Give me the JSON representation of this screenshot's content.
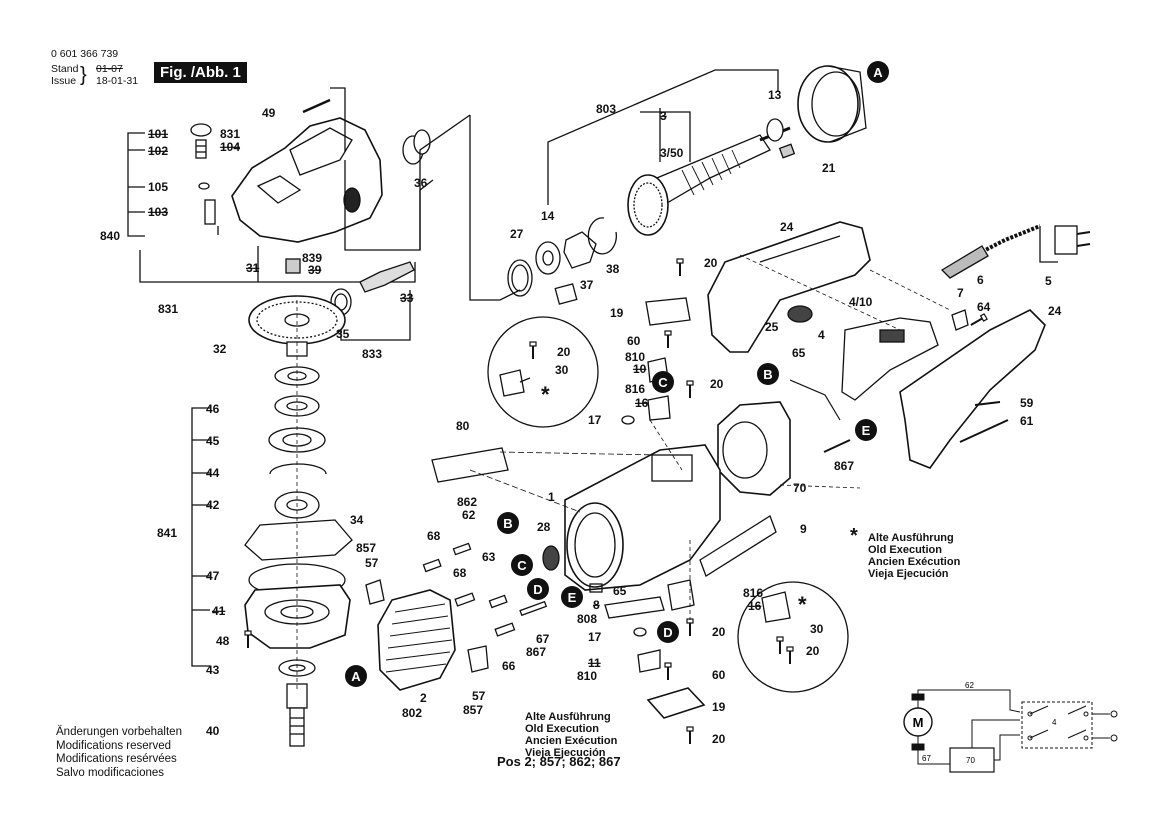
{
  "header": {
    "part_number": "0 601 366 739",
    "stand_label": "Stand",
    "issue_label": "Issue",
    "stand_date": "01-07",
    "issue_date": "18-01-31",
    "figure_label": "Fig. /Abb. 1"
  },
  "notes": [
    "Änderungen vorbehalten",
    "Modifications reserved",
    "Modifications resérvées",
    "Salvo modificaciones"
  ],
  "legend": {
    "marker": "*",
    "lines": [
      "Alte Ausführung",
      "Old Execution",
      "Ancien Exécution",
      "Vieja Ejecución"
    ]
  },
  "bottom_legend": {
    "lines": [
      "Alte Ausführung",
      "Old Execution",
      "Ancien Exécution",
      "Vieja Ejecución"
    ],
    "positions": "Pos 2; 857; 862; 867"
  },
  "callouts": [
    "A",
    "B",
    "C",
    "D",
    "E"
  ],
  "part_labels": {
    "p101": "101",
    "p102": "102",
    "p831a": "831",
    "p104": "104",
    "p105": "105",
    "p103": "103",
    "p840": "840",
    "p49": "49",
    "p36": "36",
    "p31": "31",
    "p839": "839",
    "p39": "39",
    "p33": "33",
    "p831b": "831",
    "p35": "35",
    "p833": "833",
    "p32": "32",
    "p46": "46",
    "p45": "45",
    "p44": "44",
    "p42": "42",
    "p34": "34",
    "p841": "841",
    "p47": "47",
    "p41": "41",
    "p48": "48",
    "p43": "43",
    "p40": "40",
    "p803": "803",
    "p13": "13",
    "p3": "3",
    "p350": "3/50",
    "p21": "21",
    "p14": "14",
    "p27": "27",
    "p37": "37",
    "p38": "38",
    "p24a": "24",
    "p20a": "20",
    "p6": "6",
    "p5": "5",
    "p19a": "19",
    "p410": "4/10",
    "p7": "7",
    "p64": "64",
    "p24b": "24",
    "p25": "25",
    "p4": "4",
    "p60a": "60",
    "p20b": "20",
    "p30a": "30",
    "p810a": "810",
    "p10a": "10",
    "p65a": "65",
    "p816a": "816",
    "p16a": "16",
    "p20c": "20",
    "p59": "59",
    "p17a": "17",
    "p61": "61",
    "p80": "80",
    "p867a": "867",
    "p70": "70",
    "p1": "1",
    "p9": "9",
    "p862": "862",
    "p62": "62",
    "p28": "28",
    "p68a": "68",
    "p857a": "857",
    "p57a": "57",
    "p63": "63",
    "p68b": "68",
    "p65b": "65",
    "p8": "8",
    "p808": "808",
    "p816b": "816",
    "p16b": "16",
    "p30b": "30",
    "p67": "67",
    "p867b": "867",
    "p17b": "17",
    "p20d": "20",
    "p20e": "20",
    "p11": "11",
    "p810b": "810",
    "p60b": "60",
    "p66": "66",
    "p2": "2",
    "p802": "802",
    "p57b": "57",
    "p857b": "857",
    "p19b": "19",
    "p20f": "20"
  },
  "schematic": {
    "motor_label": "M",
    "wire_62": "62",
    "switch_4": "4",
    "wire_67": "67",
    "box_70": "70"
  }
}
